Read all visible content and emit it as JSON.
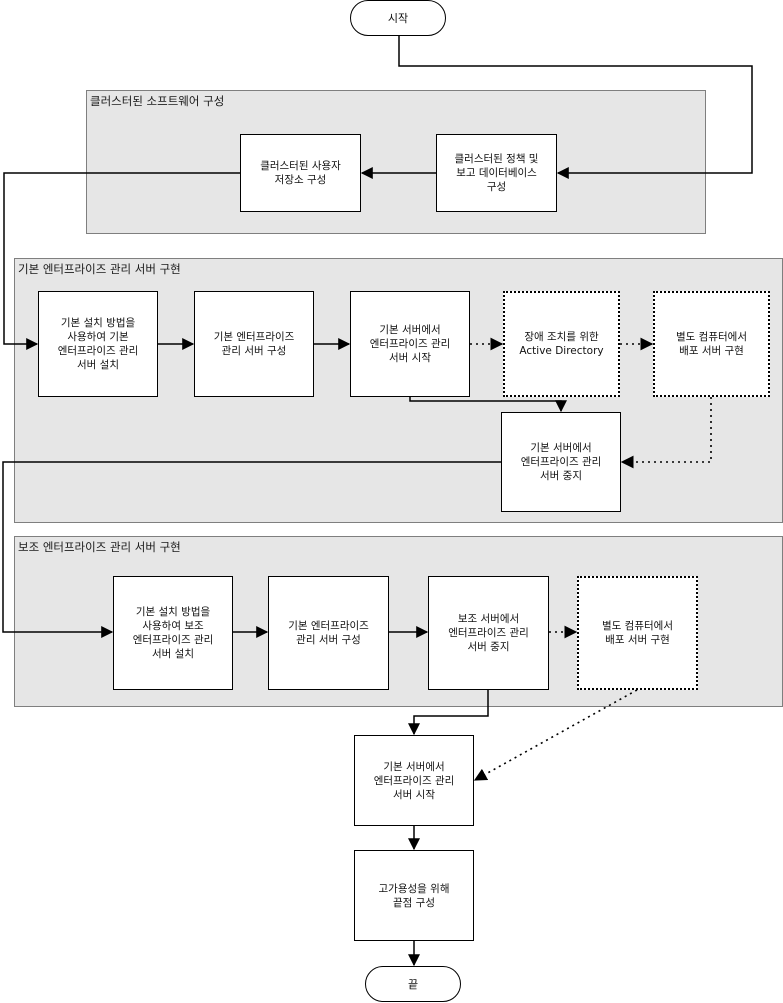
{
  "start_label": "시작",
  "end_label": "끝",
  "groups": {
    "cluster": {
      "title": "클러스터된 소프트웨어 구성"
    },
    "primary": {
      "title": "기본 엔터프라이즈 관리 서버 구현"
    },
    "secondary": {
      "title": "보조 엔터프라이즈 관리 서버 구현"
    }
  },
  "boxes": {
    "cluster_policy": "클러스터된 정책 및\n보고 데이터베이스\n구성",
    "cluster_store": "클러스터된 사용자\n저장소 구성",
    "p_install": "기본 설치 방법을\n사용하여 기본\n엔터프라이즈 관리\n서버 설치",
    "p_config": "기본 엔터프라이즈\n관리 서버 구성",
    "p_start": "기본 서버에서\n엔터프라이즈 관리\n서버 시작",
    "p_ad": "장애 조치를 위한\nActive Directory",
    "p_deploy": "별도 컴퓨터에서\n배포 서버 구현",
    "p_stop": "기본 서버에서\n엔터프라이즈 관리\n서버 중지",
    "s_install": "기본 설치 방법을\n사용하여 보조\n엔터프라이즈 관리\n서버 설치",
    "s_config": "기본 엔터프라이즈\n관리 서버 구성",
    "s_stop": "보조 서버에서\n엔터프라이즈 관리\n서버 중지",
    "s_deploy": "별도 컴퓨터에서\n배포 서버 구현",
    "final_start": "기본 서버에서\n엔터프라이즈 관리\n서버 시작",
    "endpoint": "고가용성을 위해\n끝점 구성"
  }
}
